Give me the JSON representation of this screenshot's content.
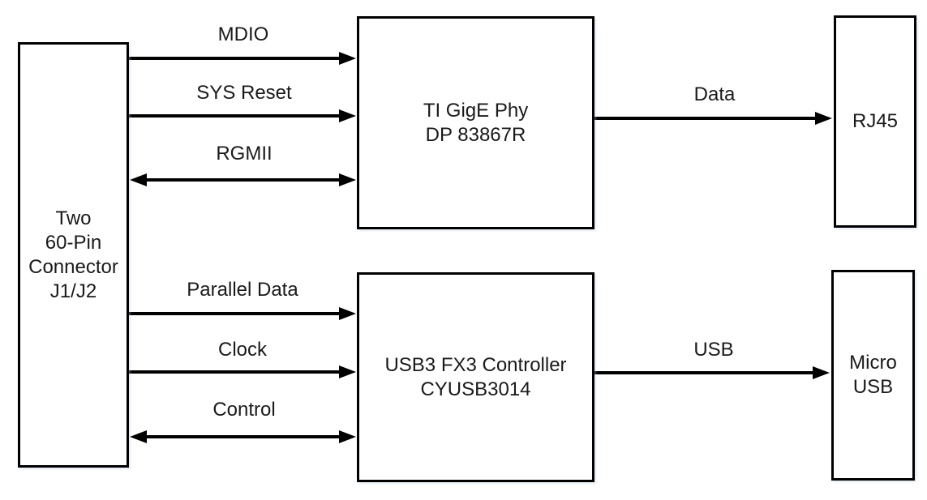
{
  "diagram": {
    "background_color": "#ffffff",
    "line_color": "#000000",
    "text_color": "#1a1a1a",
    "boxes": {
      "connector": {
        "label": "Two\n60-Pin\nConnector\nJ1/J2"
      },
      "gige_phy": {
        "label": "TI GigE Phy\nDP 83867R"
      },
      "rj45": {
        "label": "RJ45"
      },
      "fx3": {
        "label": "USB3 FX3 Controller\nCYUSB3014"
      },
      "micro_usb": {
        "label": "Micro\nUSB"
      }
    },
    "connections": {
      "mdio": {
        "label": "MDIO",
        "from": "connector",
        "to": "gige_phy",
        "direction": "right"
      },
      "sys_reset": {
        "label": "SYS Reset",
        "from": "connector",
        "to": "gige_phy",
        "direction": "right"
      },
      "rgmii": {
        "label": "RGMII",
        "from": "connector",
        "to": "gige_phy",
        "direction": "both"
      },
      "data": {
        "label": "Data",
        "from": "gige_phy",
        "to": "rj45",
        "direction": "right"
      },
      "parallel_data": {
        "label": "Parallel Data",
        "from": "connector",
        "to": "fx3",
        "direction": "right"
      },
      "clock": {
        "label": "Clock",
        "from": "connector",
        "to": "fx3",
        "direction": "right"
      },
      "control": {
        "label": "Control",
        "from": "connector",
        "to": "fx3",
        "direction": "both"
      },
      "usb": {
        "label": "USB",
        "from": "fx3",
        "to": "micro_usb",
        "direction": "right"
      }
    }
  }
}
